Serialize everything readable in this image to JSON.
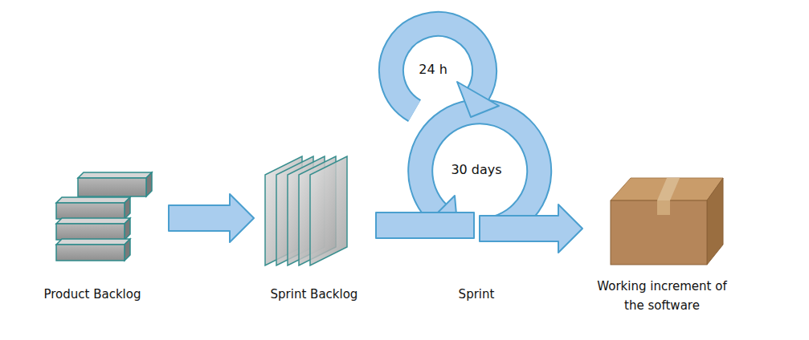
{
  "diagram": {
    "nodes": [
      {
        "text": [
          "Product Backlog"
        ]
      },
      {
        "text": [
          "Sprint Backlog"
        ]
      },
      {
        "text": [
          "Sprint"
        ]
      },
      {
        "text": [
          "Working increment of the software"
        ]
      }
    ],
    "edges": [
      {
        "from": 0,
        "to": 1,
        "arrow": "to"
      },
      {
        "from": 1,
        "to": 2,
        "arrow": "none"
      },
      {
        "from": 2,
        "to": 3,
        "arrow": "to"
      }
    ],
    "labels": [
      "24 h",
      "30 days"
    ]
  }
}
